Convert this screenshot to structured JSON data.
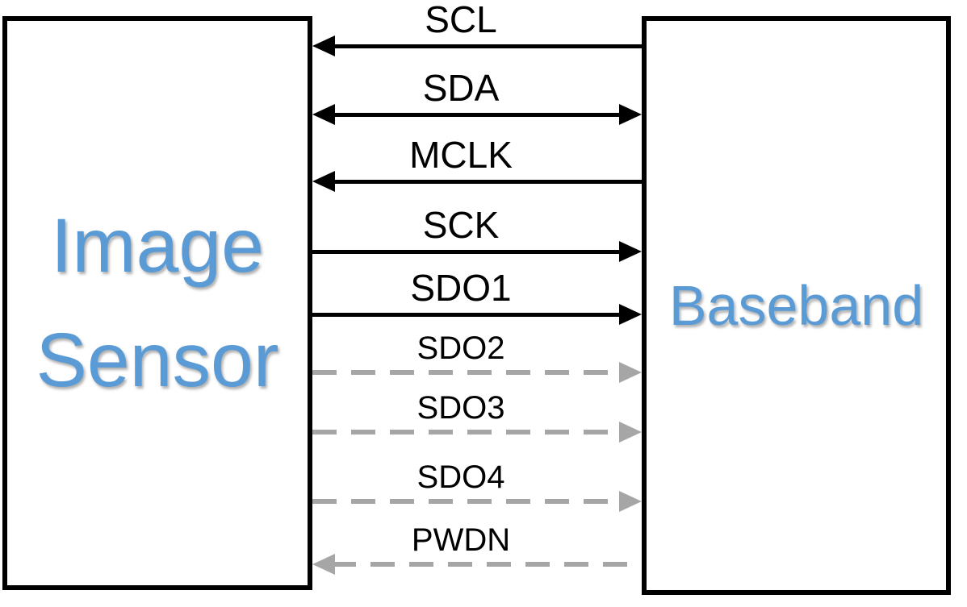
{
  "diagram": {
    "type": "block-diagram",
    "left_box": {
      "label": "Image Sensor"
    },
    "right_box": {
      "label": "Baseband"
    },
    "connections": [
      {
        "label": "SCL",
        "style": "solid",
        "direction": "left"
      },
      {
        "label": "SDA",
        "style": "solid",
        "direction": "both"
      },
      {
        "label": "MCLK",
        "style": "solid",
        "direction": "left"
      },
      {
        "label": "SCK",
        "style": "solid",
        "direction": "right"
      },
      {
        "label": "SDO1",
        "style": "solid",
        "direction": "right"
      },
      {
        "label": "SDO2",
        "style": "dashed",
        "direction": "right"
      },
      {
        "label": "SDO3",
        "style": "dashed",
        "direction": "right"
      },
      {
        "label": "SDO4",
        "style": "dashed",
        "direction": "right"
      },
      {
        "label": "PWDN",
        "style": "dashed",
        "direction": "left"
      }
    ],
    "colors": {
      "background": "#ffffff",
      "box_border": "#000000",
      "box_label_text": "#5b9bd5",
      "solid_signal": "#000000",
      "dashed_signal": "#a6a6a6",
      "signal_label_text": "#000000"
    }
  }
}
